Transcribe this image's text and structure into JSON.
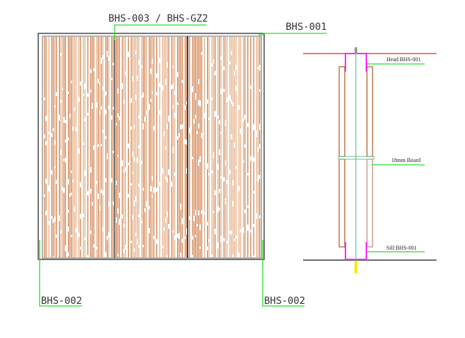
{
  "elevation": {
    "labels": {
      "top_center": "BHS-003 / BHS-GZ2",
      "top_right": "BHS-001",
      "bottom_left": "BHS-002",
      "bottom_right": "BHS-002"
    },
    "panel_count": 3
  },
  "section": {
    "labels": {
      "head": "Head:BHS-001",
      "board": "18mm Board",
      "sill": "Sill:BHS-001"
    }
  },
  "colors": {
    "leader": "#22dd22",
    "wood": "#c8662a",
    "wood_light": "#e0a070",
    "frame": "#555555",
    "head_line": "#ee2222",
    "floor_line": "#111111",
    "channel": "#ff22ff",
    "center": "#66bb99",
    "board": "#b0622a",
    "anchor": "#eeee00"
  }
}
